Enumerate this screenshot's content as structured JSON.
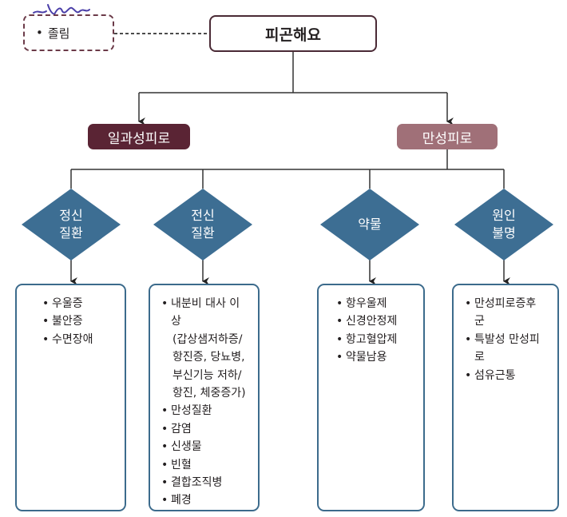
{
  "top_node": {
    "label": "피곤해요"
  },
  "side_note": {
    "label": "졸림"
  },
  "categories": [
    {
      "label": "일과성피로",
      "color": "#5a2434"
    },
    {
      "label": "만성피로",
      "color": "#a07078"
    }
  ],
  "causes": [
    {
      "label": "정신\n질환",
      "items": [
        "우울증",
        "불안증",
        "수면장애"
      ]
    },
    {
      "label": "전신\n질환",
      "items": [
        "내분비 대사 이상",
        "(갑상샘저하증/",
        "항진증, 당뇨병,",
        "부신기능 저하/",
        "항진, 체중증가)",
        "만성질환",
        "감염",
        "신생물",
        "빈혈",
        "결합조직병",
        "폐경"
      ]
    },
    {
      "label": "약물",
      "items": [
        "항우울제",
        "신경안정제",
        "항고혈압제",
        "약물남용"
      ]
    },
    {
      "label": "원인\n불명",
      "items": [
        "만성피로증후군",
        "특발성 만성피로",
        "섬유근통"
      ]
    }
  ],
  "colors": {
    "diamond": "#3d6e93",
    "line": "#333333",
    "card_border": "#3c6b8c"
  },
  "icons": {
    "arrow": "arrow-down-icon",
    "bullet": "bullet-icon"
  }
}
